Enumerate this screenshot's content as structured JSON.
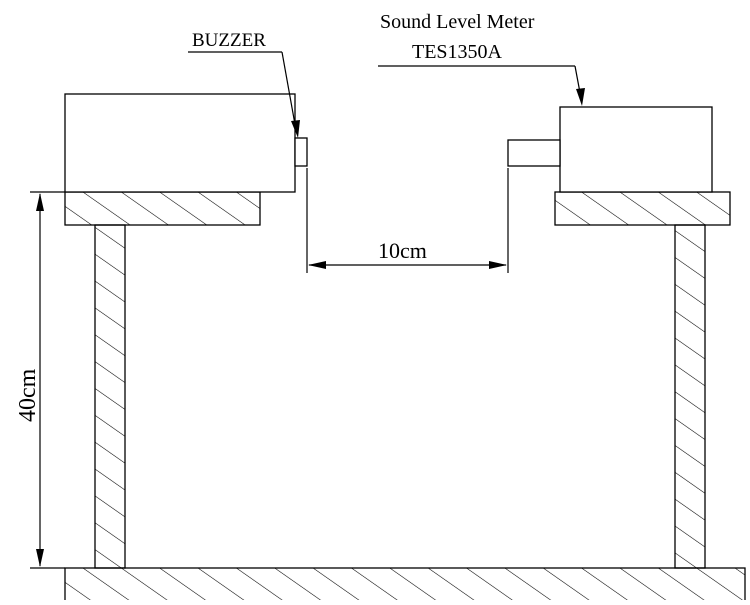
{
  "labels": {
    "buzzer": "BUZZER",
    "meter_line1": "Sound Level Meter",
    "meter_line2": "TES1350A",
    "horizontal_distance": "10cm",
    "vertical_height": "40cm"
  },
  "colors": {
    "line": "#000000",
    "background": "#ffffff"
  }
}
